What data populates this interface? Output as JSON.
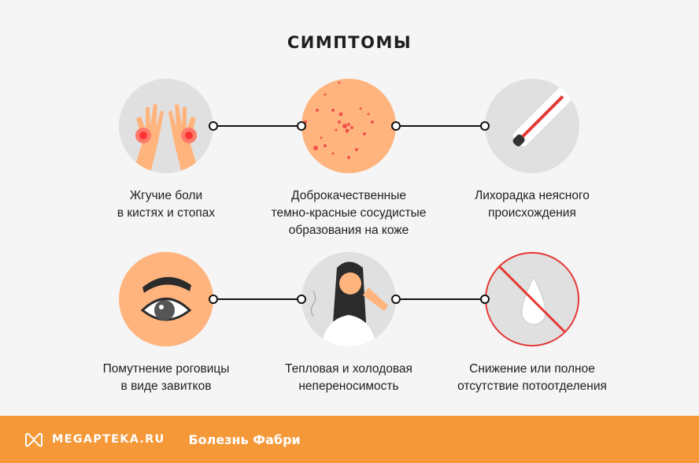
{
  "title": "СИМПТОМЫ",
  "symptoms": [
    {
      "line1": "Жгучие боли",
      "line2": "в кистях и стопах",
      "line3": "",
      "icon": "burning-hands-icon"
    },
    {
      "line1": "Доброкачественные",
      "line2": "темно-красные сосудистые",
      "line3": "образования на коже",
      "icon": "skin-rash-icon"
    },
    {
      "line1": "Лихорадка неясного",
      "line2": "происхождения",
      "line3": "",
      "icon": "thermometer-icon"
    },
    {
      "line1": "Помутнение роговицы",
      "line2": "в виде завитков",
      "line3": "",
      "icon": "eye-icon"
    },
    {
      "line1": "Тепловая и холодовая",
      "line2": "непереносимость",
      "line3": "",
      "icon": "woman-heat-icon"
    },
    {
      "line1": "Снижение или полное",
      "line2": "отсутствие потоотделения",
      "line3": "",
      "icon": "no-sweat-icon"
    }
  ],
  "footer": {
    "brand": "MEGAPTEKA.RU",
    "topic": "Болезнь Фабри"
  },
  "colors": {
    "accent": "#f59838",
    "skin": "#ffb47e",
    "circle_gray": "#e0e0e0",
    "red": "#e53935"
  }
}
